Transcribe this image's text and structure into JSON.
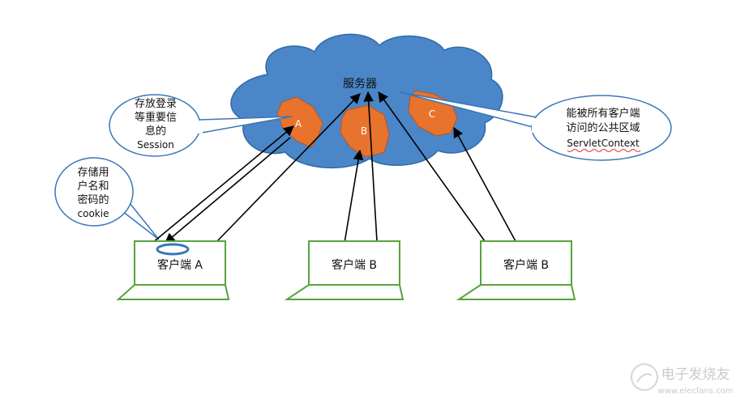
{
  "server": {
    "label": "服务器",
    "regions": [
      "A",
      "B",
      "C"
    ]
  },
  "callouts": {
    "session": [
      "存放登录",
      "等重要信",
      "息的",
      "Session"
    ],
    "cookie": [
      "存储用",
      "户名和",
      "密码的",
      "cookie"
    ],
    "servlet_context": [
      "能被所有客户端",
      "访问的公共区域",
      "ServletContext"
    ]
  },
  "clients": [
    {
      "label": "客户端 A"
    },
    {
      "label": "客户端 B"
    },
    {
      "label": "客户端 B"
    }
  ],
  "watermark": {
    "text": "电子发烧友",
    "url": "www.elecfans.com"
  },
  "colors": {
    "cloud": "#4a86c8",
    "cloud_stroke": "#2f6aa8",
    "region": "#e8732c",
    "laptop": "#58a33d",
    "callout_stroke": "#3a76b8",
    "squiggle": "#e03030"
  }
}
